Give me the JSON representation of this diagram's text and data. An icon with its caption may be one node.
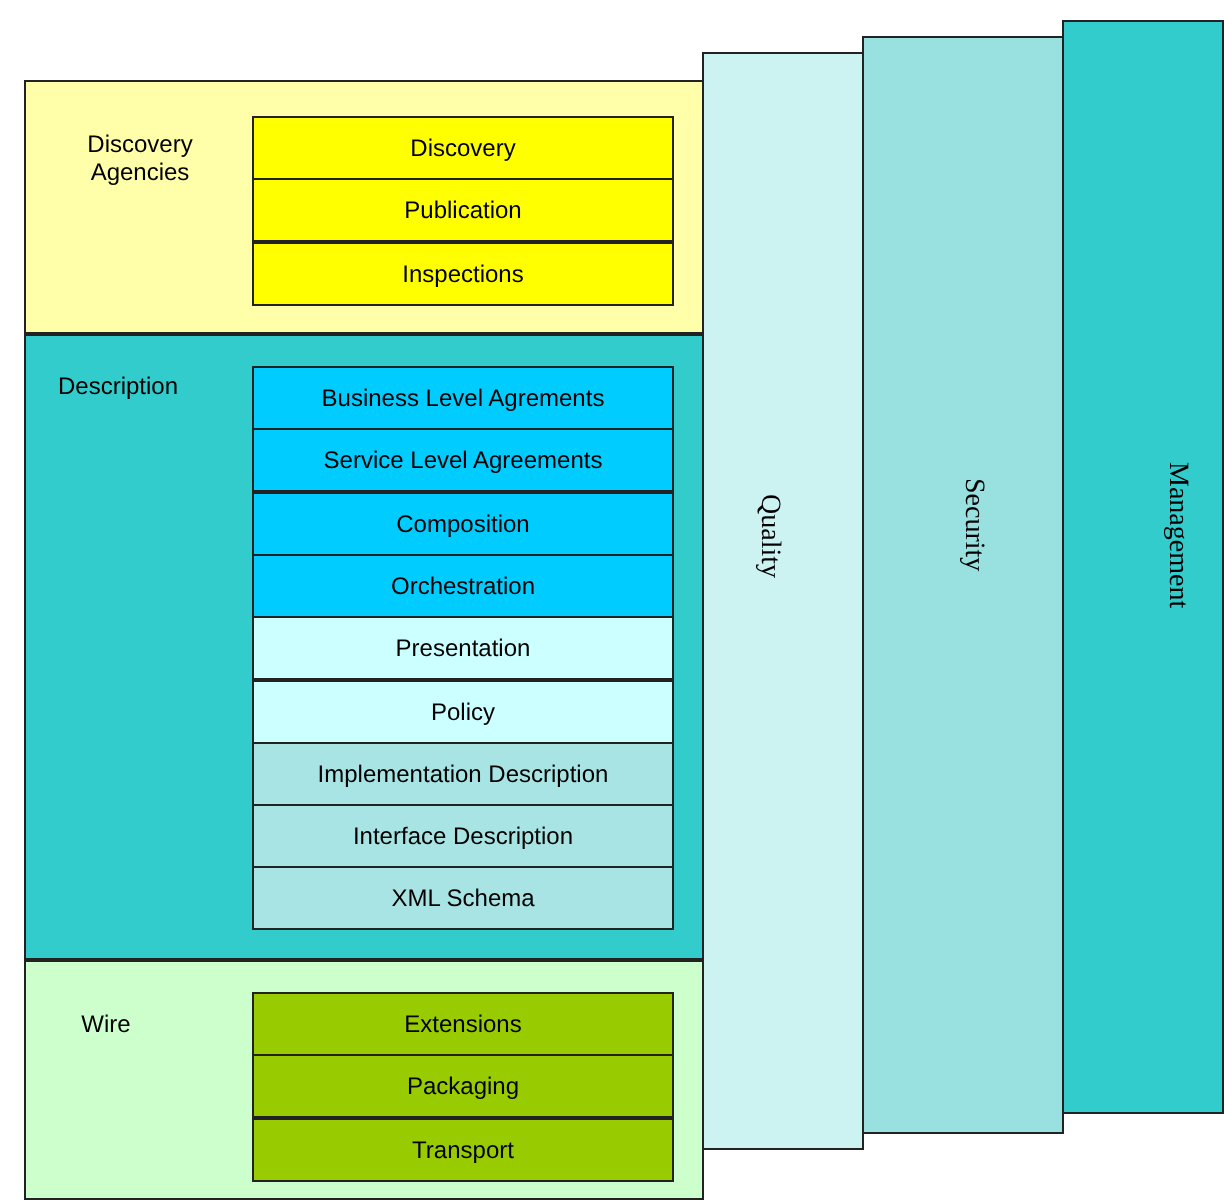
{
  "diagram": {
    "nodes": [
      {
        "text": [
          "Management"
        ]
      },
      {
        "text": [
          "Security"
        ]
      },
      {
        "text": [
          "Quality"
        ]
      },
      {
        "text": [
          "Discovery Agencies"
        ]
      },
      {
        "text": [
          "Discovery"
        ],
        "in": 3
      },
      {
        "text": [
          "Publication"
        ],
        "in": 3
      },
      {
        "text": [
          "Inspections"
        ],
        "in": 3
      },
      {
        "text": [
          "Description"
        ]
      },
      {
        "text": [
          "Business Level Agrements"
        ],
        "in": 7
      },
      {
        "text": [
          "Service Level Agreements"
        ],
        "in": 7
      },
      {
        "text": [
          "Composition"
        ],
        "in": 7
      },
      {
        "text": [
          "Orchestration"
        ],
        "in": 7
      },
      {
        "text": [
          "Presentation"
        ],
        "in": 7
      },
      {
        "text": [
          "Policy"
        ],
        "in": 7
      },
      {
        "text": [
          "Implementation Description"
        ],
        "in": 7
      },
      {
        "text": [
          "Interface Description"
        ],
        "in": 7
      },
      {
        "text": [
          "XML Schema"
        ],
        "in": 7
      },
      {
        "text": [
          "Wire"
        ]
      },
      {
        "text": [
          "Extensions"
        ],
        "in": 17
      },
      {
        "text": [
          "Packaging"
        ],
        "in": 17
      },
      {
        "text": [
          "Transport"
        ],
        "in": 17
      }
    ]
  }
}
